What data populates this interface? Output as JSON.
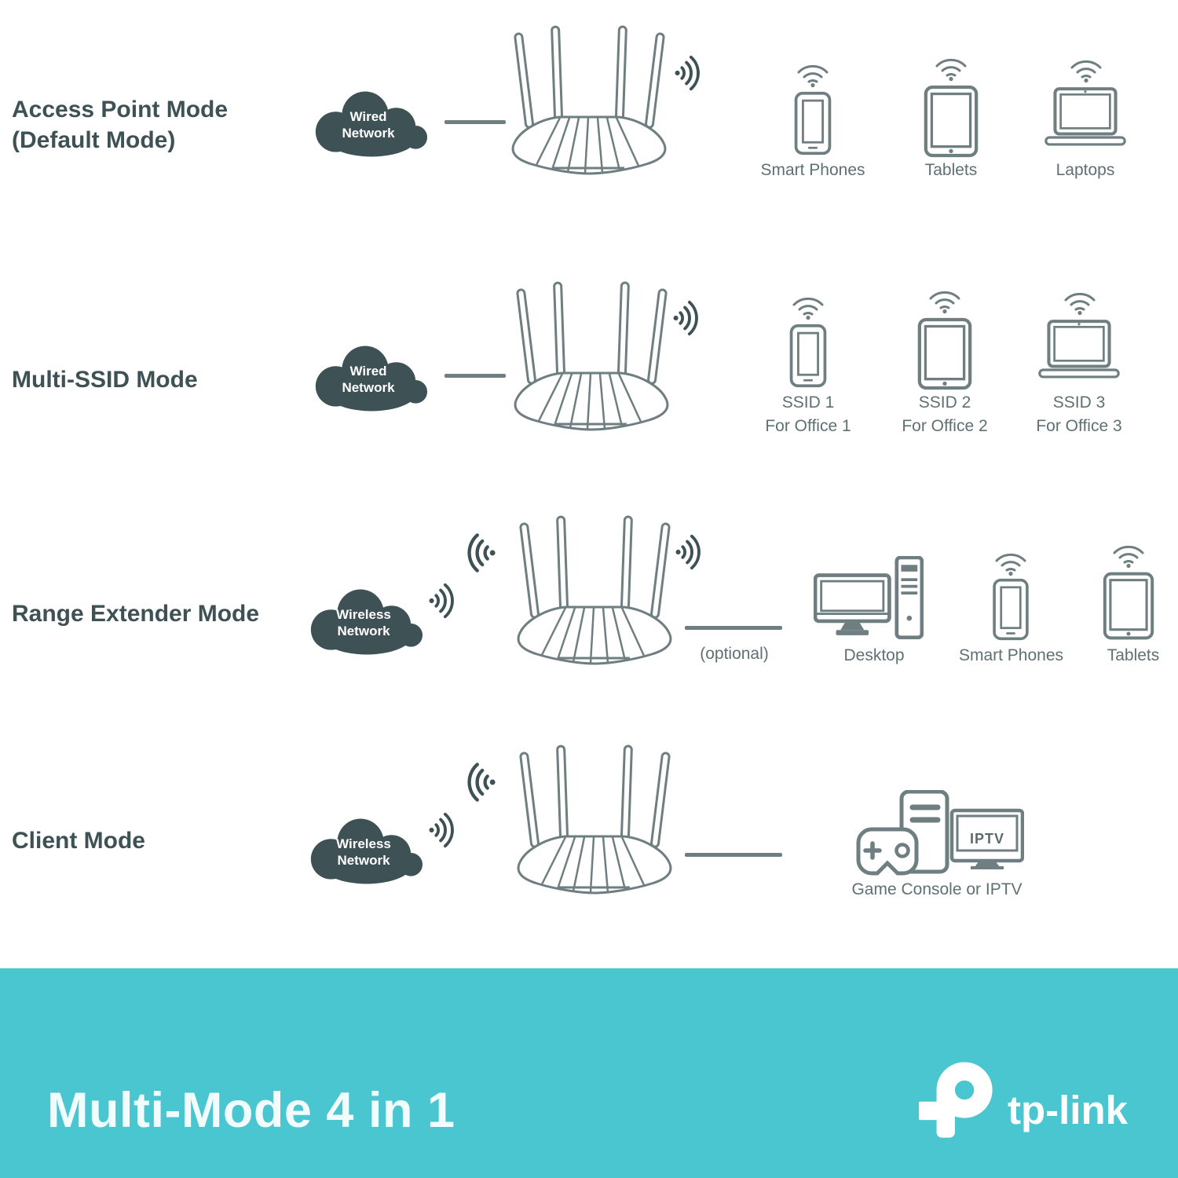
{
  "colors": {
    "dark_slate": "#3e5154",
    "icon_gray": "#6f7e80",
    "label_gray": "#5f7072",
    "teal_band": "#4ac6d1",
    "white": "#ffffff"
  },
  "rows": [
    {
      "mode_label": "Access Point Mode\n(Default Mode)",
      "cloud_label": "Wired\nNetwork",
      "devices": [
        {
          "icon": "smartphone-icon",
          "label": "Smart Phones"
        },
        {
          "icon": "tablet-icon",
          "label": "Tablets"
        },
        {
          "icon": "laptop-icon",
          "label": "Laptops"
        }
      ]
    },
    {
      "mode_label": "Multi-SSID Mode",
      "cloud_label": "Wired\nNetwork",
      "devices": [
        {
          "icon": "smartphone-icon",
          "label": "SSID 1",
          "sublabel": "For Office 1"
        },
        {
          "icon": "tablet-icon",
          "label": "SSID 2",
          "sublabel": "For Office 2"
        },
        {
          "icon": "laptop-icon",
          "label": "SSID 3",
          "sublabel": "For Office 3"
        }
      ]
    },
    {
      "mode_label": "Range Extender Mode",
      "cloud_label": "Wireless\nNetwork",
      "optional_label": "(optional)",
      "devices": [
        {
          "icon": "desktop-icon",
          "label": "Desktop"
        },
        {
          "icon": "smartphone-icon",
          "label": "Smart Phones"
        },
        {
          "icon": "tablet-icon",
          "label": "Tablets"
        }
      ]
    },
    {
      "mode_label": "Client Mode",
      "cloud_label": "Wireless\nNetwork",
      "iptv_label": "IPTV",
      "devices": [
        {
          "icon": "game-console-iptv-icon",
          "label": "Game Console or IPTV"
        }
      ]
    }
  ],
  "footer": {
    "title": "Multi-Mode 4 in 1",
    "brand": "tp-link"
  }
}
